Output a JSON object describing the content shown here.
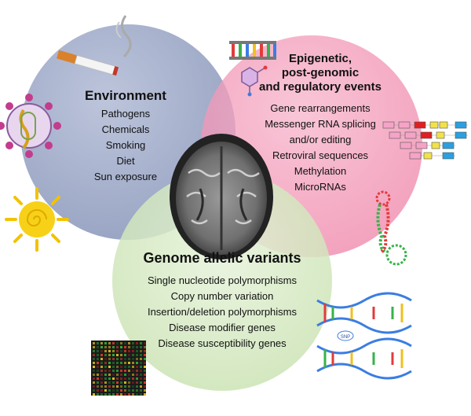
{
  "colors": {
    "environment": "#8e9bbd",
    "epigenetic": "#f089ad",
    "genome": "#cde5b5",
    "text": "#111111"
  },
  "environment": {
    "title": "Environment",
    "items": [
      "Pathogens",
      "Chemicals",
      "Smoking",
      "Diet",
      "Sun exposure"
    ]
  },
  "epigenetic": {
    "title_lines": [
      "Epigenetic,",
      "post-genomic",
      "and regulatory events"
    ],
    "items": [
      "Gene rearrangements",
      "Messenger RNA splicing",
      "and/or editing",
      "Retroviral sequences",
      "Methylation",
      "MicroRNAs"
    ]
  },
  "genome": {
    "title": "Genome allelic variants",
    "items": [
      "Single nucleotide polymorphisms",
      "Copy number variation",
      "Insertion/deletion polymorphisms",
      "Disease modifier genes",
      "Disease susceptibility genes"
    ]
  },
  "icons": [
    "cigarette-icon",
    "virus-icon",
    "sun-icon",
    "dna-ladder-icon",
    "nucleotide-molecule-icon",
    "exon-splicing-icon",
    "microrna-hairpin-icon",
    "brain-mri-icon",
    "microarray-icon",
    "dna-helix-snp-icon"
  ],
  "dna_label": "SNP"
}
